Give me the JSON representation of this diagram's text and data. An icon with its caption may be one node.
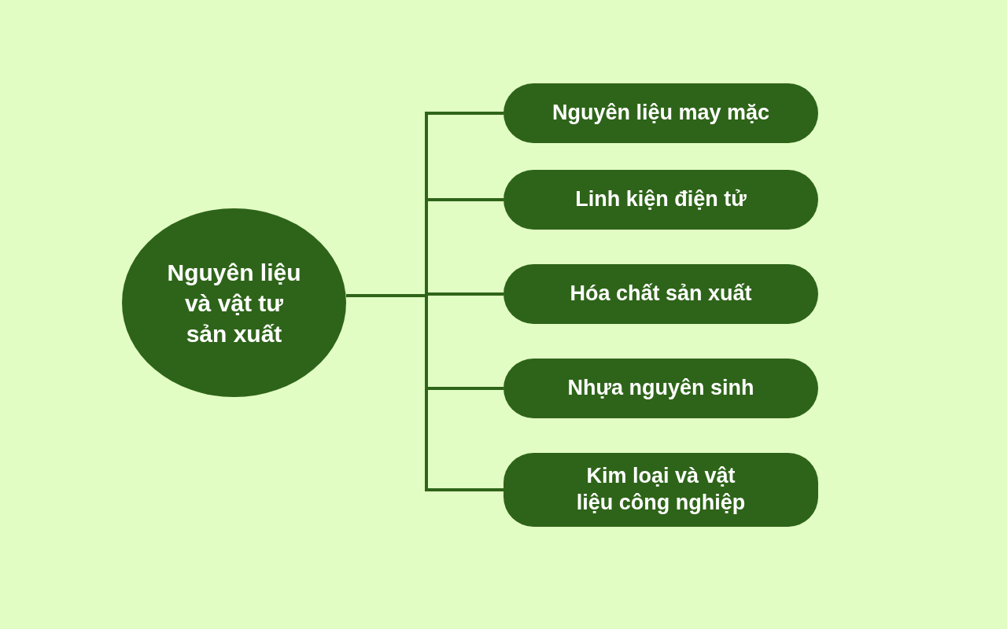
{
  "diagram": {
    "nodes": [
      {
        "text": [
          "Nguyên liệu và vật tư sản xuất"
        ]
      },
      {
        "text": [
          "Nguyên liệu may mặc"
        ]
      },
      {
        "text": [
          "Linh kiện điện tử"
        ]
      },
      {
        "text": [
          "Hóa chất sản xuất"
        ]
      },
      {
        "text": [
          "Nhựa nguyên sinh"
        ]
      },
      {
        "text": [
          "Kim loại và vật liệu công nghiệp"
        ]
      }
    ],
    "edges": [
      {
        "from": 0,
        "to": 1,
        "arrow": "none"
      },
      {
        "from": 0,
        "to": 2,
        "arrow": "none"
      },
      {
        "from": 0,
        "to": 3,
        "arrow": "none"
      },
      {
        "from": 0,
        "to": 4,
        "arrow": "none"
      },
      {
        "from": 0,
        "to": 5,
        "arrow": "none"
      }
    ]
  }
}
